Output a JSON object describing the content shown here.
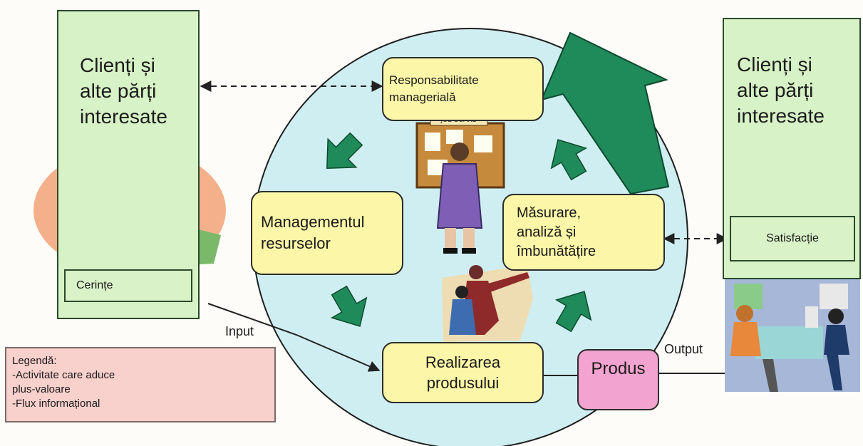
{
  "left_panel": {
    "title": "Clienți și\nalte părți\ninteresate",
    "requirements": "Cerințe"
  },
  "right_panel": {
    "title": "Clienți și\nalte părți\ninteresate",
    "satisfaction": "Satisfacție"
  },
  "processes": {
    "management_responsibility": "Responsabilitate\nmanagerială",
    "resource_management": "Managementul\nresurselor",
    "measurement": "Măsurare,\nanaliză și\nîmbunătățire",
    "product_realization": "Realizarea\nprodusului"
  },
  "product": "Produs",
  "labels": {
    "input": "Input",
    "output": "Output"
  },
  "legend": {
    "title": "Legendă:",
    "value_activity_1": "-Activitate care aduce",
    "value_activity_2": "plus-valoare",
    "info_flow": "-Flux informațional"
  },
  "icons": {
    "job_board_sign": "JOB BOARD",
    "recycle": "recycle-icon",
    "colors": {
      "panel": "#d7f2c6",
      "circle": "#cfeef2",
      "process": "#fbf6a8",
      "product": "#f2a3cf",
      "arrow": "#1f8a5a",
      "legend": "#f8d0cc"
    }
  }
}
